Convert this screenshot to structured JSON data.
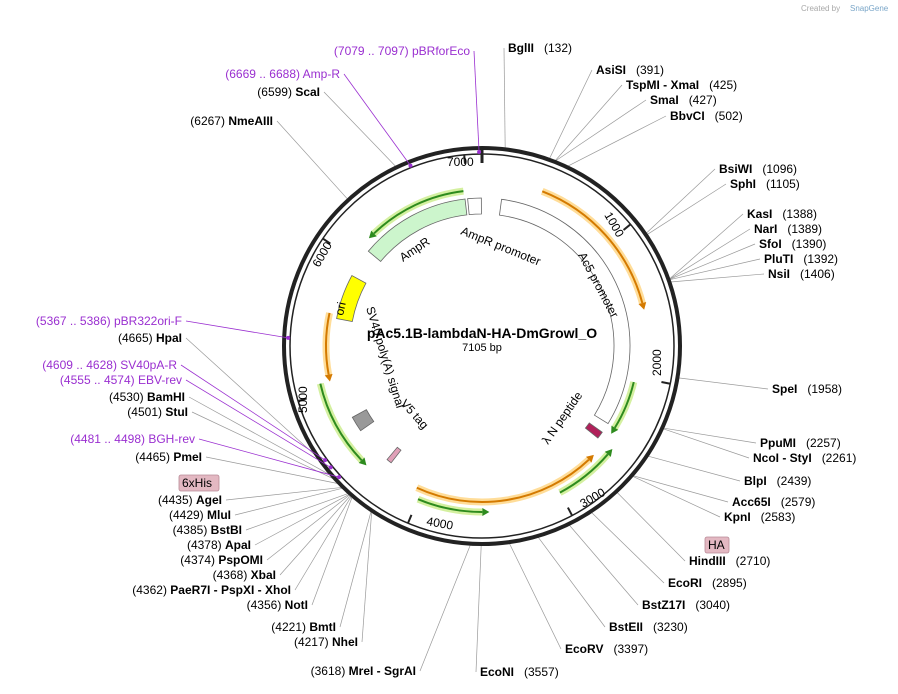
{
  "app": {
    "creator_text": "Created by",
    "brand": "SnapGene"
  },
  "plasmid": {
    "name": "pAc5.1B-lambdaN-HA-DmGrowl_O",
    "size_label": "7105 bp",
    "length": 7105
  },
  "ticks": [
    {
      "label": "1000",
      "pos": 1000
    },
    {
      "label": "2000",
      "pos": 2000
    },
    {
      "label": "3000",
      "pos": 3000
    },
    {
      "label": "4000",
      "pos": 4000
    },
    {
      "label": "5000",
      "pos": 5000
    },
    {
      "label": "6000",
      "pos": 6000
    },
    {
      "label": "7000",
      "pos": 7000
    }
  ],
  "features": [
    {
      "name": "AmpR promoter",
      "start": 6995,
      "end": 7100,
      "dir": -1,
      "kind": "promoter",
      "color": "#ffffff"
    },
    {
      "name": "AmpR",
      "start": 6115,
      "end": 6975,
      "dir": -1,
      "kind": "cds",
      "color": "#ccf5cc"
    },
    {
      "name": "Ac5 promoter",
      "start": 150,
      "end": 2400,
      "dir": 1,
      "kind": "promoter",
      "color": "#ffffff"
    },
    {
      "name": "ori",
      "start": 5540,
      "end": 5890,
      "dir": -1,
      "kind": "ori",
      "color": "#ffff00"
    },
    {
      "name": "SV40 poly(A) signal",
      "start": 4640,
      "end": 4760,
      "dir": -1,
      "kind": "misc",
      "color": "#999999"
    },
    {
      "name": "V5 tag",
      "start": 4300,
      "end": 4340,
      "dir": -1,
      "kind": "misc",
      "color": "#e0a0b8"
    },
    {
      "name": "λ N peptide",
      "start": 2480,
      "end": 2535,
      "dir": 1,
      "kind": "misc",
      "color": "#b0205a"
    }
  ],
  "feature_labels": {
    "ampr_promoter": "AmpR promoter",
    "ampr": "AmpR",
    "ac5_promoter": "Ac5 promoter",
    "ori": "ori",
    "sv40_polya": "SV40 poly(A) signal",
    "v5": "V5 tag",
    "lambda_n": "λ N peptide"
  },
  "tags": {
    "his": "6xHis",
    "ha": "HA"
  },
  "inner_arcs": [
    {
      "start": 6240,
      "end": 6970,
      "dir": -1,
      "color": "#2e8b1e",
      "hl": "#d4f0a0"
    },
    {
      "start": 420,
      "end": 1480,
      "dir": 1,
      "color": "#d47a00",
      "hl": "#ffdd99"
    },
    {
      "start": 2040,
      "end": 2400,
      "dir": 1,
      "color": "#2e8b1e",
      "hl": "#d4f0a0"
    },
    {
      "start": 2580,
      "end": 3000,
      "dir": -1,
      "color": "#2e8b1e",
      "hl": "#d4f0a0"
    },
    {
      "start": 2700,
      "end": 4040,
      "dir": -1,
      "color": "#d47a00",
      "hl": "#ffdd99"
    },
    {
      "start": 3550,
      "end": 4000,
      "dir": -1,
      "color": "#2e8b1e",
      "hl": "#d4f0a0"
    },
    {
      "start": 5120,
      "end": 5570,
      "dir": -1,
      "color": "#d47a00",
      "hl": "#ffdd99"
    },
    {
      "start": 4470,
      "end": 5070,
      "dir": -1,
      "color": "#2e8b1e",
      "hl": "#d4f0a0"
    }
  ],
  "enzymes": [
    {
      "name": "BglII",
      "pos_label": "(132)",
      "bp": 132,
      "side": "right"
    },
    {
      "name": "AsiSI",
      "pos_label": "(391)",
      "bp": 391,
      "side": "right"
    },
    {
      "name": "TspMI - XmaI",
      "pos_label": "(425)",
      "bp": 425,
      "side": "right"
    },
    {
      "name": "SmaI",
      "pos_label": "(427)",
      "bp": 427,
      "side": "right"
    },
    {
      "name": "BbvCI",
      "pos_label": "(502)",
      "bp": 502,
      "side": "right"
    },
    {
      "name": "BsiWI",
      "pos_label": "(1096)",
      "bp": 1096,
      "side": "right"
    },
    {
      "name": "SphI",
      "pos_label": "(1105)",
      "bp": 1105,
      "side": "right"
    },
    {
      "name": "KasI",
      "pos_label": "(1388)",
      "bp": 1388,
      "side": "right"
    },
    {
      "name": "NarI",
      "pos_label": "(1389)",
      "bp": 1389,
      "side": "right"
    },
    {
      "name": "SfoI",
      "pos_label": "(1390)",
      "bp": 1390,
      "side": "right"
    },
    {
      "name": "PluTI",
      "pos_label": "(1392)",
      "bp": 1392,
      "side": "right"
    },
    {
      "name": "NsiI",
      "pos_label": "(1406)",
      "bp": 1406,
      "side": "right"
    },
    {
      "name": "SpeI",
      "pos_label": "(1958)",
      "bp": 1958,
      "side": "right"
    },
    {
      "name": "PpuMI",
      "pos_label": "(2257)",
      "bp": 2257,
      "side": "right"
    },
    {
      "name": "NcoI - StyI",
      "pos_label": "(2261)",
      "bp": 2261,
      "side": "right"
    },
    {
      "name": "BlpI",
      "pos_label": "(2439)",
      "bp": 2439,
      "side": "right"
    },
    {
      "name": "Acc65I",
      "pos_label": "(2579)",
      "bp": 2579,
      "side": "right"
    },
    {
      "name": "KpnI",
      "pos_label": "(2583)",
      "bp": 2583,
      "side": "right"
    },
    {
      "name": "HindIII",
      "pos_label": "(2710)",
      "bp": 2710,
      "side": "right"
    },
    {
      "name": "EcoRI",
      "pos_label": "(2895)",
      "bp": 2895,
      "side": "right"
    },
    {
      "name": "BstZ17I",
      "pos_label": "(3040)",
      "bp": 3040,
      "side": "right"
    },
    {
      "name": "BstEII",
      "pos_label": "(3230)",
      "bp": 3230,
      "side": "right"
    },
    {
      "name": "EcoRV",
      "pos_label": "(3397)",
      "bp": 3397,
      "side": "right"
    },
    {
      "name": "EcoNI",
      "pos_label": "(3557)",
      "bp": 3557,
      "side": "right"
    },
    {
      "name": "MreI - SgrAI",
      "pos_label": "(3618)",
      "bp": 3618,
      "side": "left"
    },
    {
      "name": "NheI",
      "pos_label": "(4217)",
      "bp": 4217,
      "side": "left"
    },
    {
      "name": "BmtI",
      "pos_label": "(4221)",
      "bp": 4221,
      "side": "left"
    },
    {
      "name": "NotI",
      "pos_label": "(4356)",
      "bp": 4356,
      "side": "left"
    },
    {
      "name": "PaeR7I - PspXI - XhoI",
      "pos_label": "(4362)",
      "bp": 4362,
      "side": "left"
    },
    {
      "name": "XbaI",
      "pos_label": "(4368)",
      "bp": 4368,
      "side": "left"
    },
    {
      "name": "PspOMI",
      "pos_label": "(4374)",
      "bp": 4374,
      "side": "left"
    },
    {
      "name": "ApaI",
      "pos_label": "(4378)",
      "bp": 4378,
      "side": "left"
    },
    {
      "name": "BstBI",
      "pos_label": "(4385)",
      "bp": 4385,
      "side": "left"
    },
    {
      "name": "MluI",
      "pos_label": "(4429)",
      "bp": 4429,
      "side": "left"
    },
    {
      "name": "AgeI",
      "pos_label": "(4435)",
      "bp": 4435,
      "side": "left"
    },
    {
      "name": "PmeI",
      "pos_label": "(4465)",
      "bp": 4465,
      "side": "left"
    },
    {
      "name": "StuI",
      "pos_label": "(4501)",
      "bp": 4501,
      "side": "left"
    },
    {
      "name": "BamHI",
      "pos_label": "(4530)",
      "bp": 4530,
      "side": "left"
    },
    {
      "name": "HpaI",
      "pos_label": "(4665)",
      "bp": 4665,
      "side": "left"
    },
    {
      "name": "NmeAIII",
      "pos_label": "(6267)",
      "bp": 6267,
      "side": "left"
    },
    {
      "name": "ScaI",
      "pos_label": "(6599)",
      "bp": 6599,
      "side": "left"
    }
  ],
  "primers": [
    {
      "range": "(7079 .. 7097)",
      "name": "pBRforEco",
      "bp": 7088
    },
    {
      "range": "(6669 .. 6688)",
      "name": "Amp-R",
      "bp": 6678
    },
    {
      "range": "(5367 .. 5386)",
      "name": "pBR322ori-F",
      "bp": 5376
    },
    {
      "range": "(4609 .. 4628)",
      "name": "SV40pA-R",
      "bp": 4618
    },
    {
      "range": "(4555 .. 4574)",
      "name": "EBV-rev",
      "bp": 4564
    },
    {
      "range": "(4481 .. 4498)",
      "name": "BGH-rev",
      "bp": 4489
    }
  ]
}
